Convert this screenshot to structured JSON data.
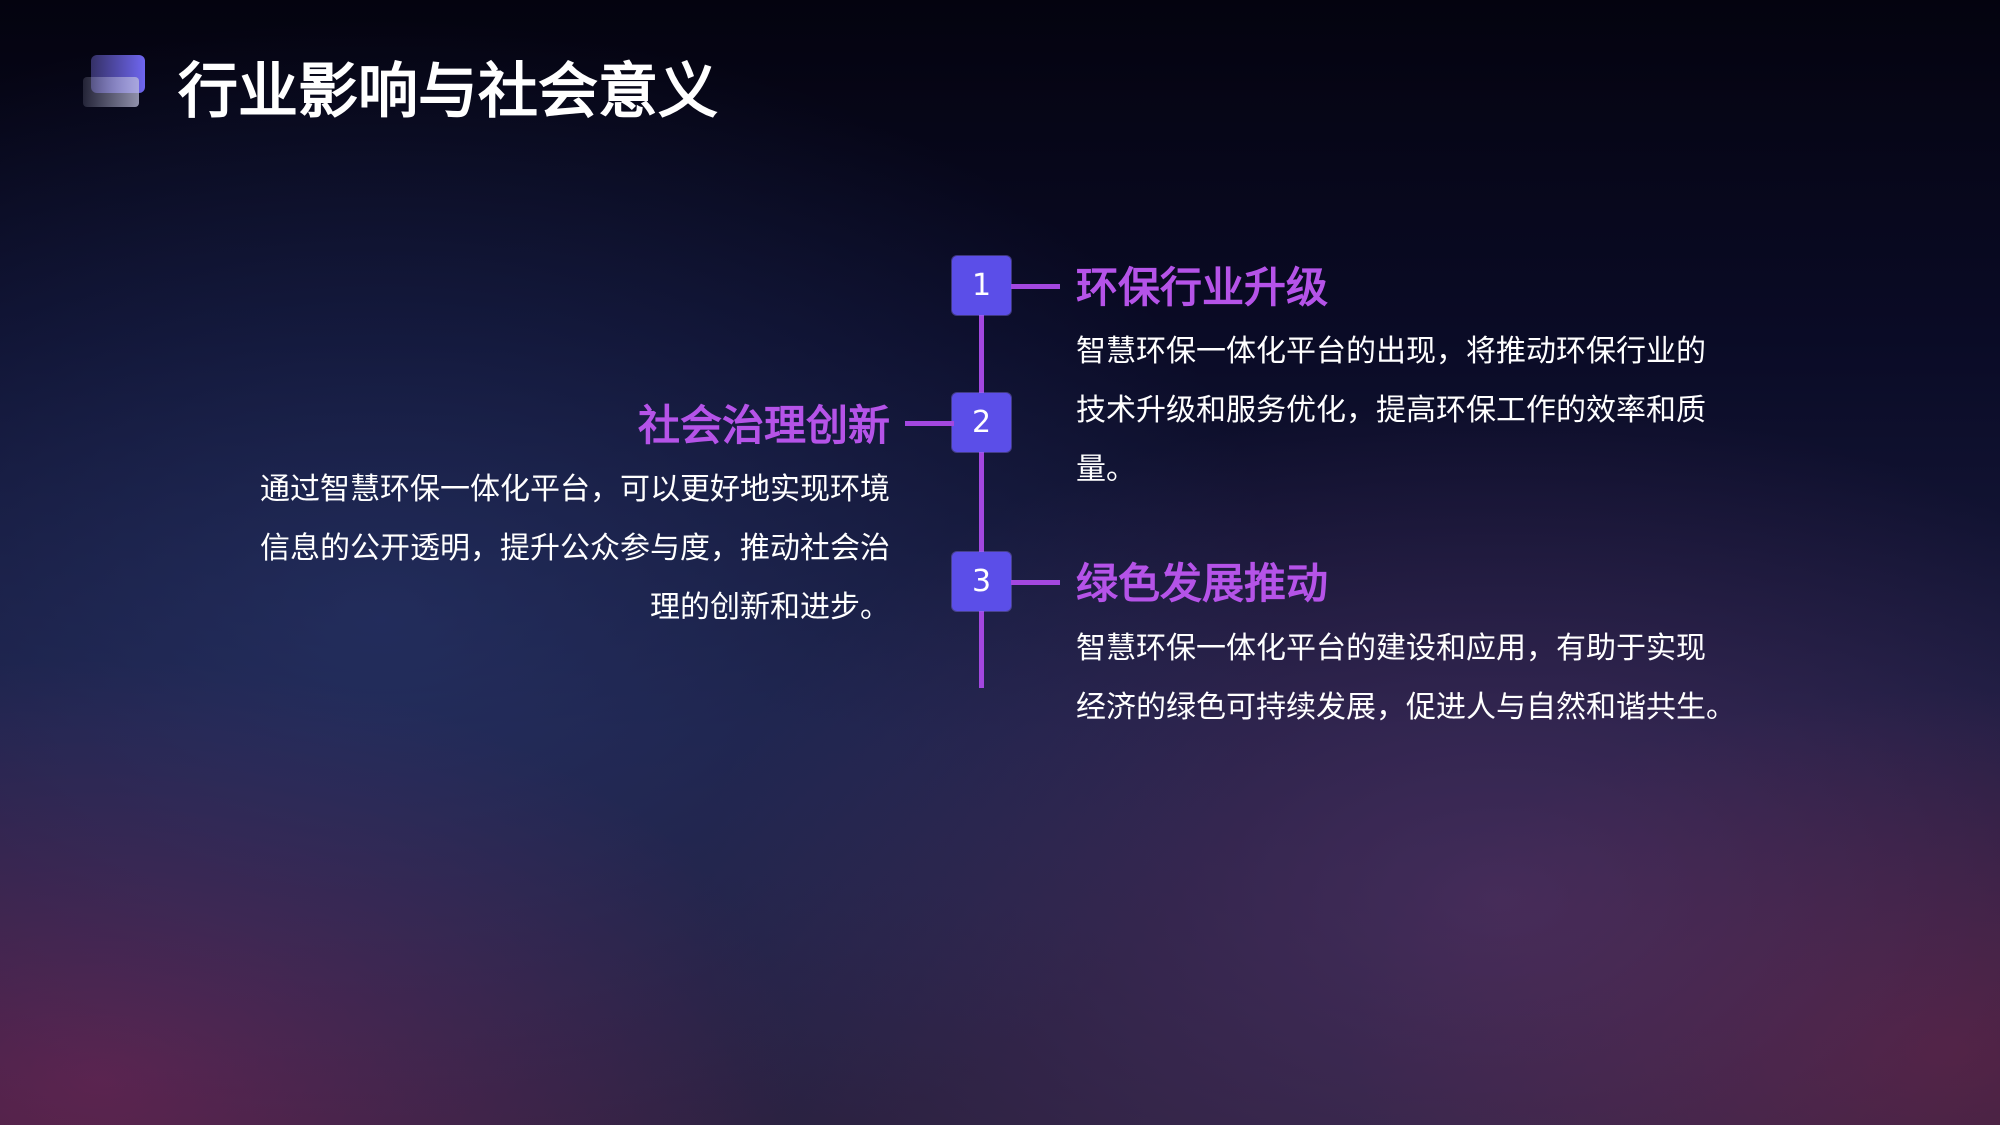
{
  "slide": {
    "title": "行业影响与社会意义"
  },
  "timeline": {
    "items": [
      {
        "number": "1",
        "heading": "环保行业升级",
        "lines": [
          "智慧环保一体化平台的出现，将推动环保行业的",
          "技术升级和服务优化，提高环保工作的效率和质",
          "量。"
        ]
      },
      {
        "number": "2",
        "heading": "社会治理创新",
        "lines": [
          "通过智慧环保一体化平台，可以更好地实现环境",
          "信息的公开透明，提升公众参与度，推动社会治",
          "理的创新和进步。"
        ]
      },
      {
        "number": "3",
        "heading": "绿色发展推动",
        "lines": [
          "智慧环保一体化平台的建设和应用，有助于实现",
          "经济的绿色可持续发展，促进人与自然和谐共生。"
        ]
      }
    ]
  },
  "colors": {
    "accent_purple": "#b553e8",
    "node_blue": "#5b4ee8",
    "line_purple": "#a347e0",
    "text_white": "#ffffff"
  }
}
